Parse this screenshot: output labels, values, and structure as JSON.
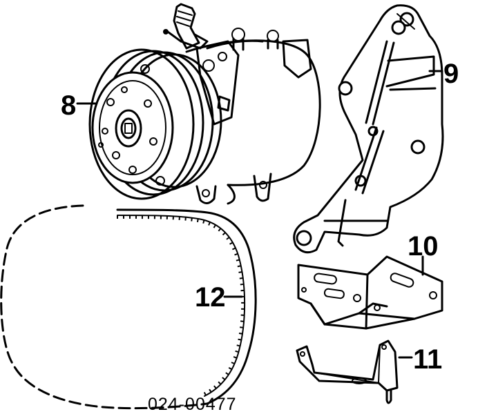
{
  "diagram": {
    "part_number": "024-00477",
    "callouts": [
      {
        "label": "8",
        "part": "compressor"
      },
      {
        "label": "9",
        "part": "bracket"
      },
      {
        "label": "10",
        "part": "support"
      },
      {
        "label": "11",
        "part": "strap"
      },
      {
        "label": "12",
        "part": "belt"
      }
    ]
  },
  "colors": {
    "ink": "#000000",
    "paper": "#ffffff"
  }
}
